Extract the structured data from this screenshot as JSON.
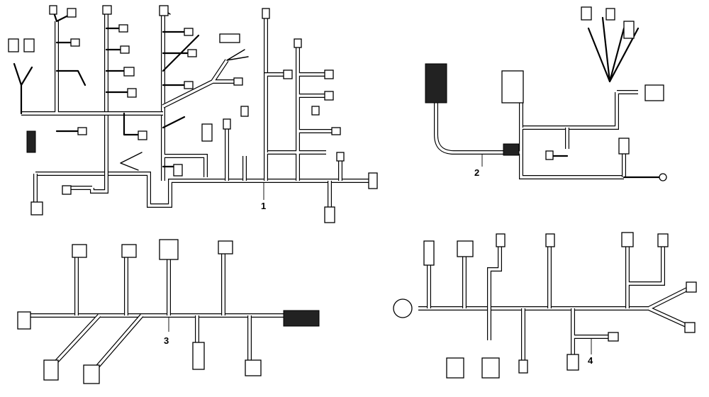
{
  "figure": {
    "callouts": [
      {
        "id": "harness-1",
        "label": "1"
      },
      {
        "id": "harness-2",
        "label": "2"
      },
      {
        "id": "harness-3",
        "label": "3"
      },
      {
        "id": "harness-4",
        "label": "4"
      }
    ]
  },
  "colors": {
    "line": "#000000",
    "background": "#ffffff"
  }
}
